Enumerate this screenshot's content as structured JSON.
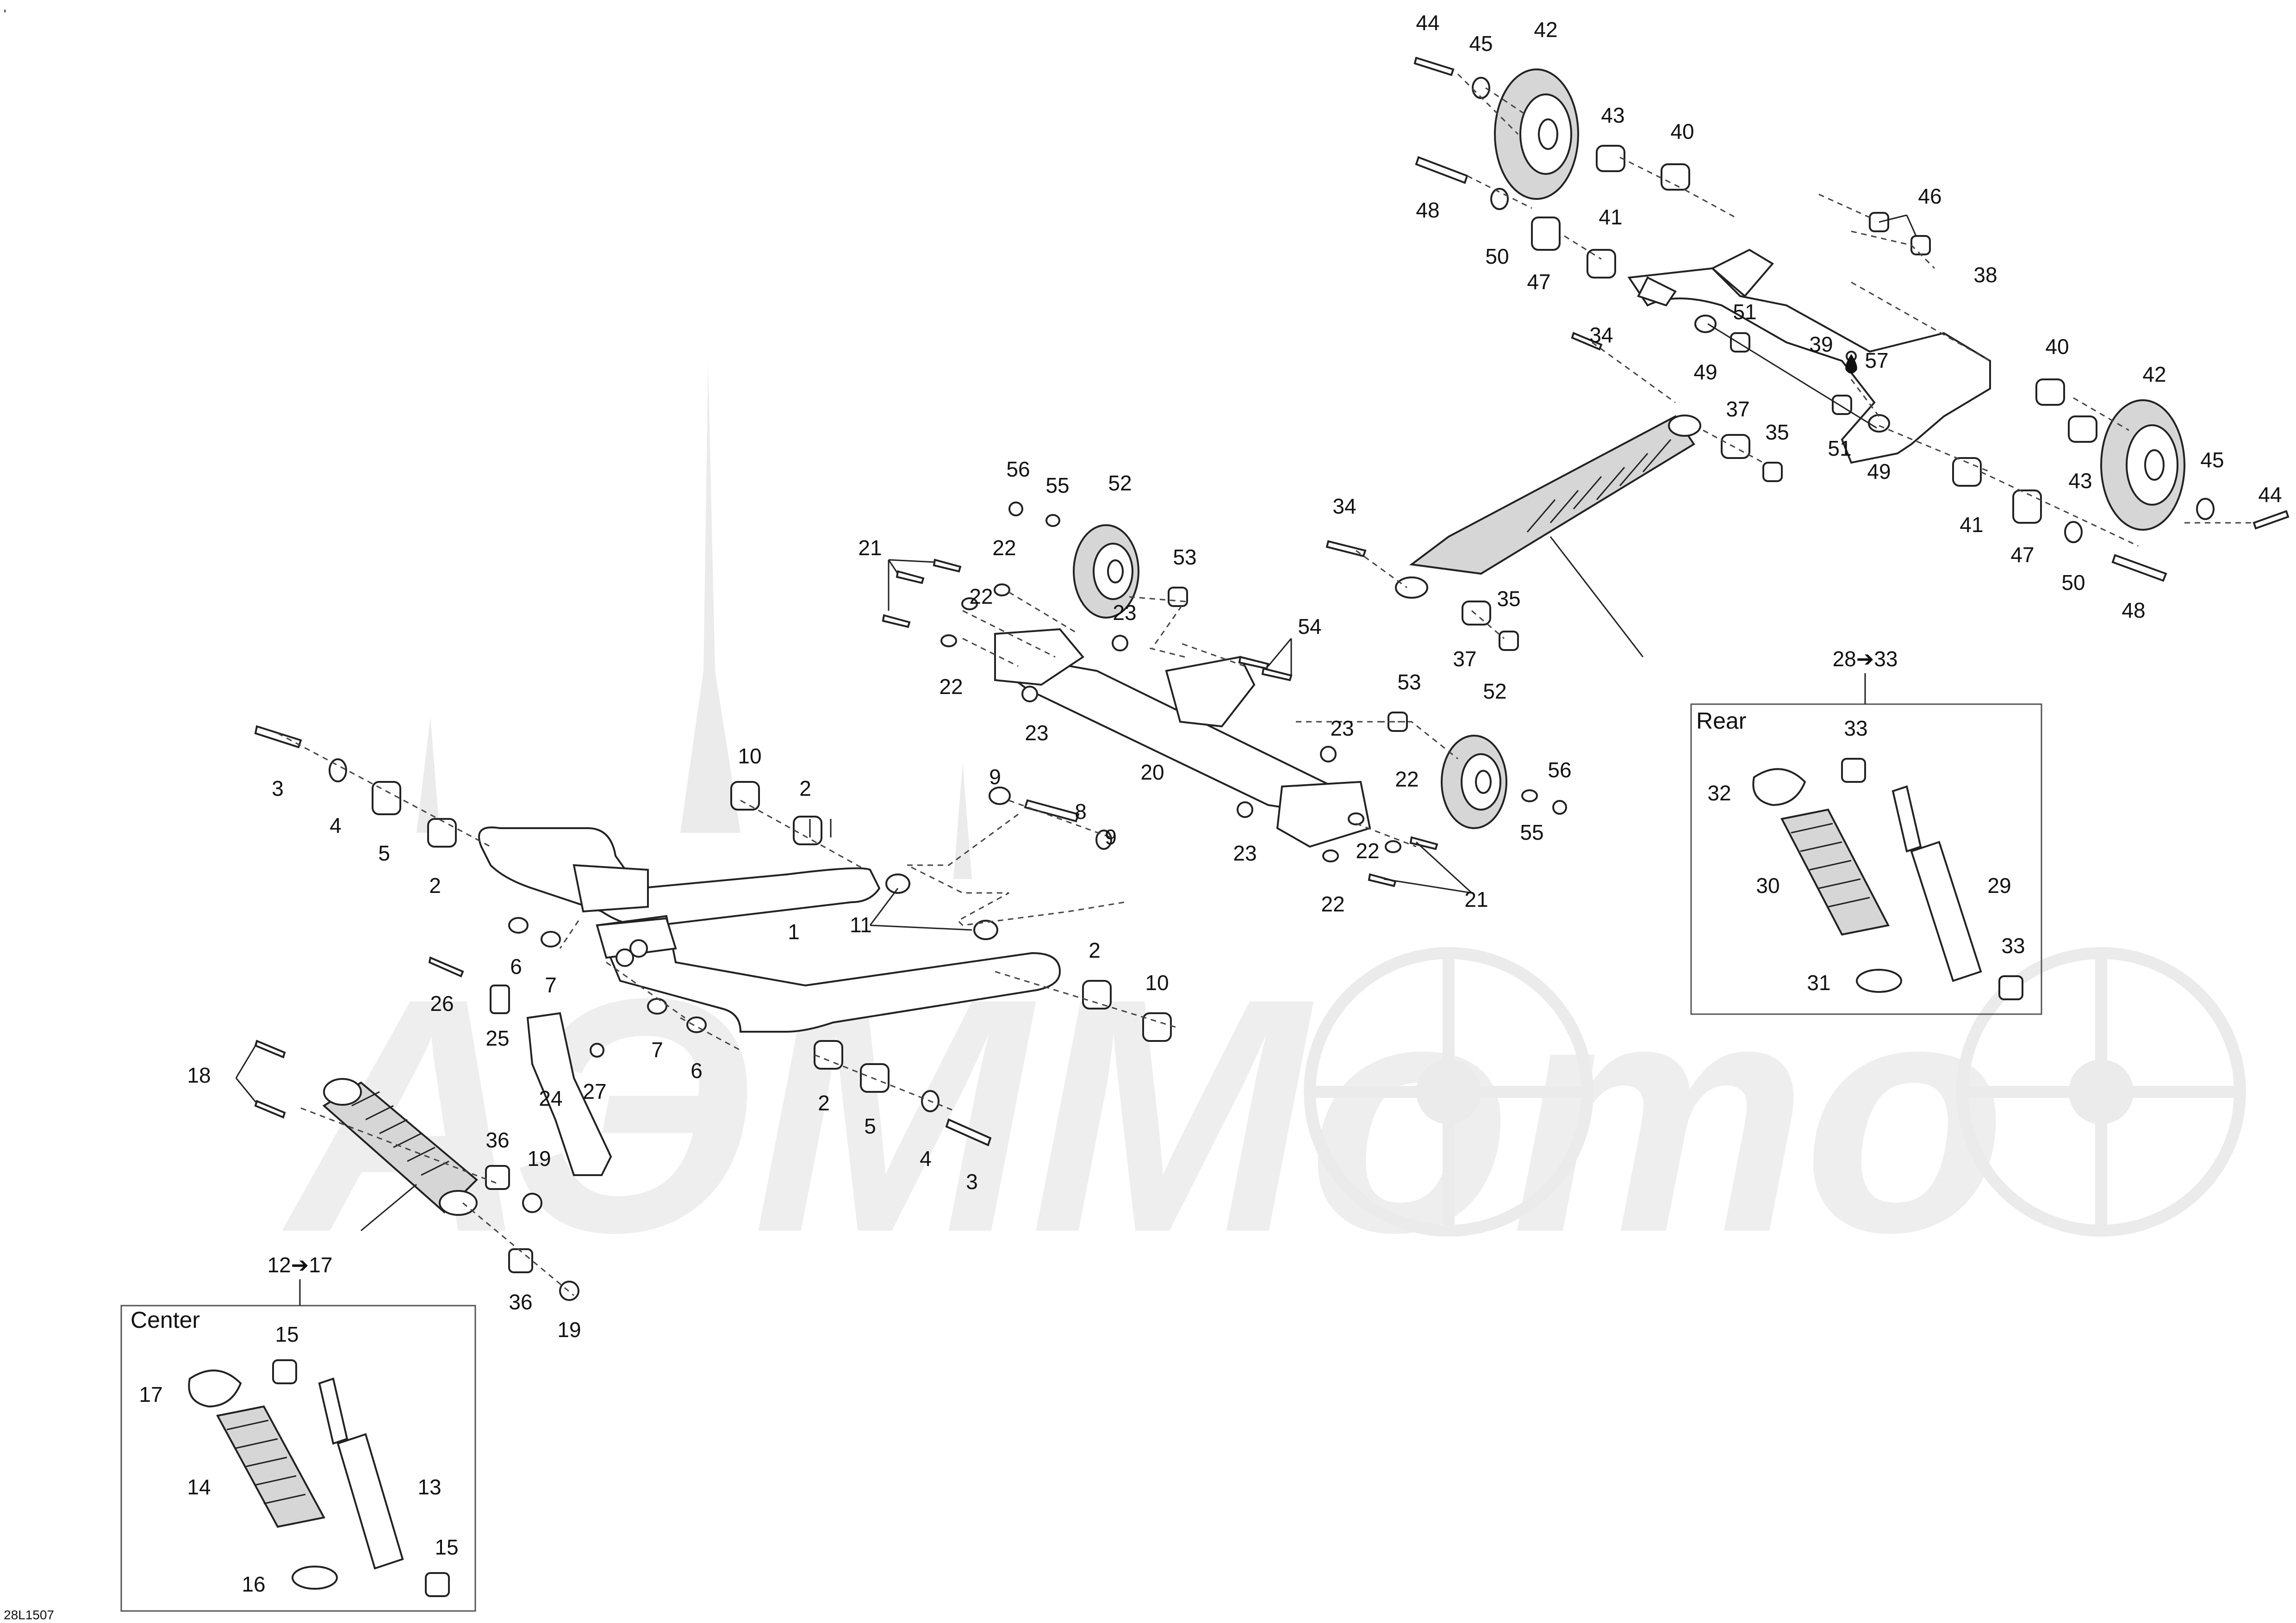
{
  "diagram": {
    "footer_code": "28L1507",
    "corner_mark": "'",
    "watermark_text": "АЭММото",
    "inset_center": {
      "title": "Center",
      "range_label": "12➔17"
    },
    "inset_rear": {
      "title": "Rear",
      "range_label": "28➔33"
    },
    "callouts": {
      "c1": "1",
      "c2": "2",
      "c3": "3",
      "c4": "4",
      "c5": "5",
      "c6": "6",
      "c7": "7",
      "c8": "8",
      "c9": "9",
      "c10": "10",
      "c11": "11",
      "c13": "13",
      "c14": "14",
      "c15": "15",
      "c16": "16",
      "c17": "17",
      "c18": "18",
      "c19": "19",
      "c20": "20",
      "c21": "21",
      "c22": "22",
      "c23": "23",
      "c24": "24",
      "c25": "25",
      "c26": "26",
      "c27": "27",
      "c29": "29",
      "c30": "30",
      "c31": "31",
      "c32": "32",
      "c33": "33",
      "c34": "34",
      "c35": "35",
      "c36": "36",
      "c37": "37",
      "c38": "38",
      "c39": "39",
      "c40": "40",
      "c41": "41",
      "c42": "42",
      "c43": "43",
      "c44": "44",
      "c45": "45",
      "c46": "46",
      "c47": "47",
      "c48": "48",
      "c49": "49",
      "c50": "50",
      "c51": "51",
      "c52": "52",
      "c53": "53",
      "c54": "54",
      "c55": "55",
      "c56": "56",
      "c57": "57"
    }
  }
}
